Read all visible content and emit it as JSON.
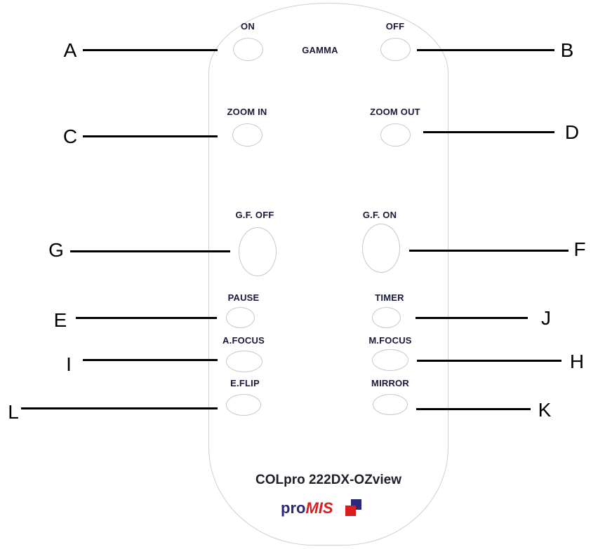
{
  "remote": {
    "gamma_label": "GAMMA",
    "model_name": "COLpro 222DX-OZview",
    "brand_prefix": "pro",
    "brand_suffix": "MIS"
  },
  "buttons": [
    {
      "id": "on",
      "label": "ON",
      "callout": "A"
    },
    {
      "id": "off",
      "label": "OFF",
      "callout": "B"
    },
    {
      "id": "zoom-in",
      "label": "ZOOM IN",
      "callout": "C"
    },
    {
      "id": "zoom-out",
      "label": "ZOOM OUT",
      "callout": "D"
    },
    {
      "id": "gf-off",
      "label": "G.F. OFF",
      "callout": "G"
    },
    {
      "id": "gf-on",
      "label": "G.F. ON",
      "callout": "F"
    },
    {
      "id": "pause",
      "label": "PAUSE",
      "callout": "E"
    },
    {
      "id": "timer",
      "label": "TIMER",
      "callout": "J"
    },
    {
      "id": "a-focus",
      "label": "A.FOCUS",
      "callout": "I"
    },
    {
      "id": "m-focus",
      "label": "M.FOCUS",
      "callout": "H"
    },
    {
      "id": "e-flip",
      "label": "E.FLIP",
      "callout": "L"
    },
    {
      "id": "mirror",
      "label": "MIRROR",
      "callout": "K"
    }
  ]
}
